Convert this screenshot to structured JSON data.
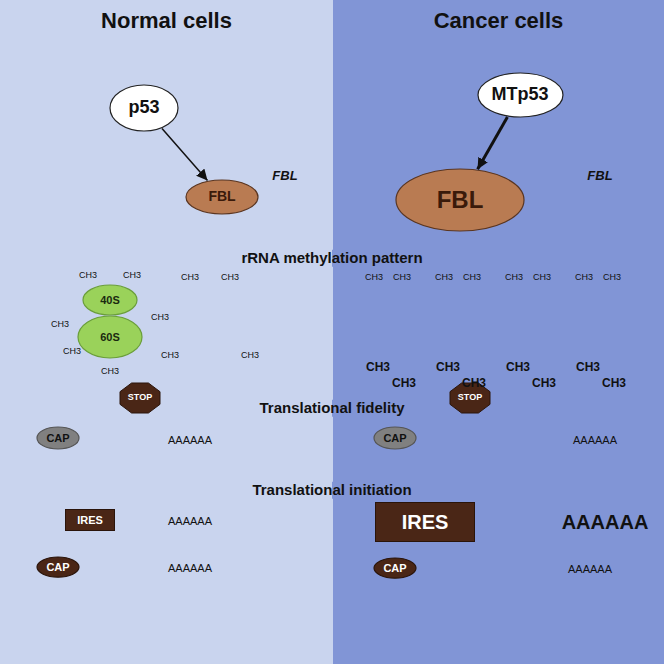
{
  "diagram": {
    "nodes": [
      {
        "text": [
          "Normal cells"
        ]
      },
      {
        "text": [
          "p53"
        ],
        "in": 0
      },
      {
        "text": [
          "FBL"
        ],
        "in": 0
      },
      {
        "text": [
          "40S"
        ],
        "in": 0
      },
      {
        "text": [
          "60S"
        ],
        "in": 0
      },
      {
        "text": [
          "STOP"
        ],
        "in": 0
      },
      {
        "text": [
          "CAP"
        ],
        "in": 0
      },
      {
        "text": [
          "IRES"
        ],
        "in": 0
      },
      {
        "text": [
          "CAP"
        ],
        "in": 0
      },
      {
        "text": [
          "Cancer cells"
        ]
      },
      {
        "text": [
          "MTp53"
        ],
        "in": 9
      },
      {
        "text": [
          "FBL"
        ],
        "in": 9
      },
      {
        "text": [
          "STOP"
        ],
        "in": 9
      },
      {
        "text": [
          "CAP"
        ],
        "in": 9
      },
      {
        "text": [
          "IRES"
        ],
        "in": 9
      },
      {
        "text": [
          "CAP"
        ],
        "in": 9
      }
    ],
    "edges": [
      {
        "from": 1,
        "to": 2,
        "arrow": "to"
      },
      {
        "from": 10,
        "to": 11,
        "arrow": "to"
      }
    ],
    "labels": [
      "FBL",
      "FBL",
      "rRNA methylation pattern",
      "CH3",
      "CH3",
      "CH3",
      "CH3",
      "CH3",
      "CH3",
      "CH3",
      "CH3",
      "CH3",
      "CH3",
      "CH3",
      "CH3",
      "CH3",
      "CH3",
      "CH3",
      "CH3",
      "CH3",
      "CH3",
      "CH3",
      "CH3",
      "CH3",
      "CH3",
      "CH3",
      "CH3",
      "CH3",
      "CH3",
      "Translational fidelity",
      "AAAAAA",
      "AAAAAA",
      "Translational initiation",
      "AAAAAA",
      "AAAAAA",
      "AAAAAA",
      "AAAAAA"
    ]
  }
}
